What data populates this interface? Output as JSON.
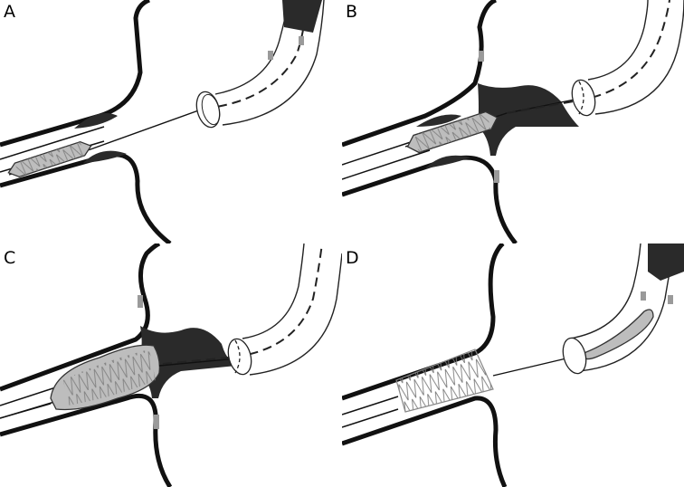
{
  "figure": {
    "panels": [
      {
        "label": "A"
      },
      {
        "label": "B"
      },
      {
        "label": "C"
      },
      {
        "label": "D"
      }
    ]
  },
  "colors": {
    "background": "#ffffff",
    "vessel_wall": "#111111",
    "thrombus": "#2a2a2a",
    "balloon_fill": "#bdbdbd",
    "stent_mesh": "#7a7a7a",
    "catheter_wall": "#222222",
    "gray_marker": "#9a9a9a"
  }
}
